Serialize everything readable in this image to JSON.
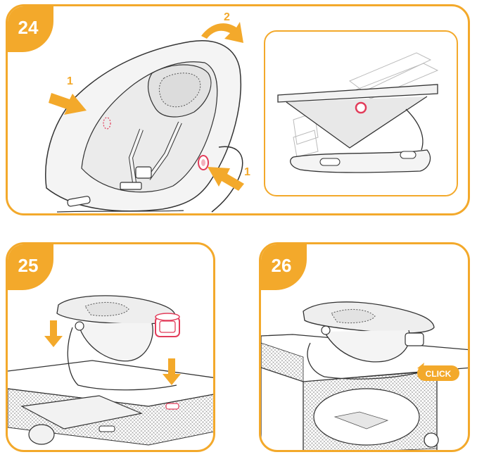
{
  "steps": {
    "step24": {
      "number": "24",
      "labels": {
        "arrow_left": "1",
        "arrow_top": "2",
        "arrow_right": "1"
      }
    },
    "step25": {
      "number": "25"
    },
    "step26": {
      "number": "26",
      "click_label": "CLICK"
    }
  },
  "colors": {
    "accent": "#f3a92b",
    "highlight": "#e23c5a",
    "line": "#333333",
    "fabric": "#eeeeee"
  }
}
